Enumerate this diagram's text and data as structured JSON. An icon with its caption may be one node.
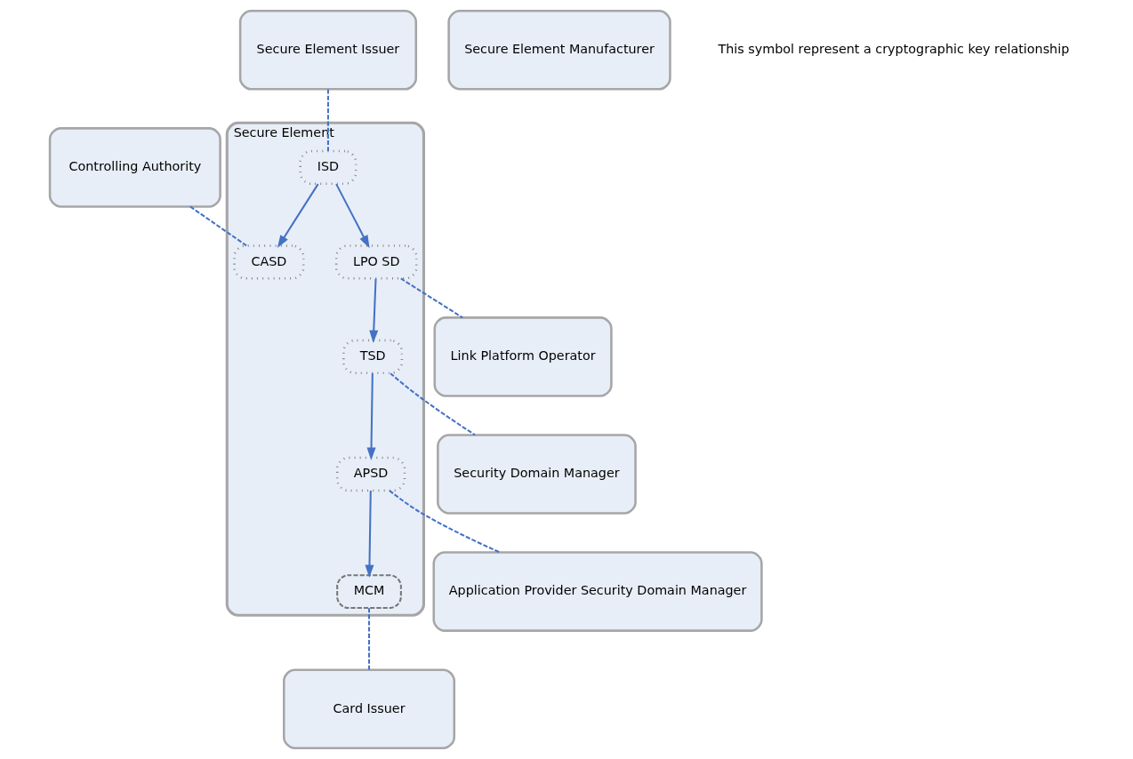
{
  "diagram": {
    "nodes": [
      {
        "text": [
          "Secure Element"
        ]
      },
      {
        "text": [
          "ISD"
        ],
        "in": 0
      },
      {
        "text": [
          "CASD"
        ],
        "in": 0
      },
      {
        "text": [
          "LPO SD"
        ],
        "in": 0
      },
      {
        "text": [
          "TSD"
        ],
        "in": 0
      },
      {
        "text": [
          "APSD"
        ],
        "in": 0
      },
      {
        "text": [
          "MCM"
        ],
        "in": 0
      },
      {
        "text": [
          "Secure Element Issuer"
        ]
      },
      {
        "text": [
          "Secure Element Manufacturer"
        ]
      },
      {
        "text": [
          "Controlling Authority"
        ]
      },
      {
        "text": [
          "Link Platform Operator"
        ]
      },
      {
        "text": [
          "Security Domain Manager"
        ]
      },
      {
        "text": [
          "Application Provider Security Domain Manager"
        ]
      },
      {
        "text": [
          "Card Issuer"
        ]
      }
    ],
    "edges": [
      {
        "from": 7,
        "to": 1,
        "arrow": "none",
        "style": "dashed"
      },
      {
        "from": 1,
        "to": 2,
        "arrow": "to"
      },
      {
        "from": 1,
        "to": 3,
        "arrow": "to"
      },
      {
        "from": 9,
        "to": 2,
        "arrow": "none",
        "style": "dashed"
      },
      {
        "from": 3,
        "to": 10,
        "arrow": "none",
        "style": "dashed"
      },
      {
        "from": 3,
        "to": 4,
        "arrow": "to"
      },
      {
        "from": 4,
        "to": 11,
        "arrow": "none",
        "style": "dashed"
      },
      {
        "from": 4,
        "to": 5,
        "arrow": "to"
      },
      {
        "from": 5,
        "to": 12,
        "arrow": "none",
        "style": "dashed"
      },
      {
        "from": 5,
        "to": 6,
        "arrow": "to"
      },
      {
        "from": 6,
        "to": 13,
        "arrow": "none",
        "style": "dashed"
      }
    ],
    "legend": [
      {
        "text": "This symbol represent a cryptographic key relationship"
      }
    ]
  }
}
